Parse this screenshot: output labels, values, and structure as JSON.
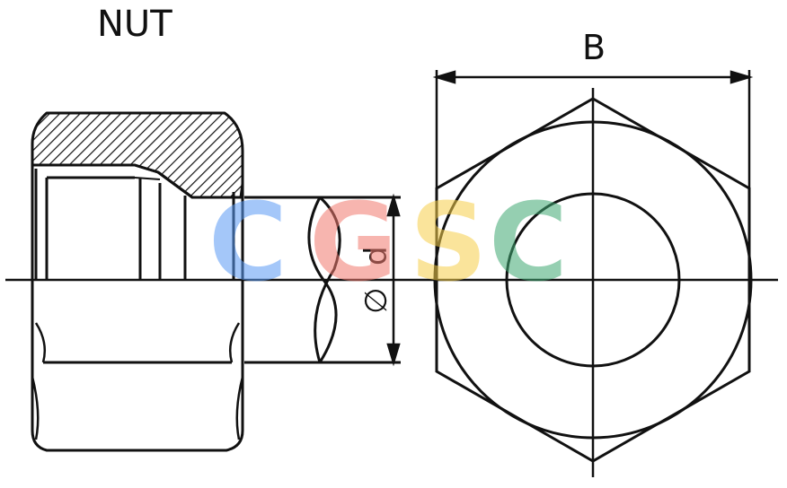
{
  "title": "NUT",
  "labels": {
    "width_label": "B",
    "diameter_label": "d",
    "diameter_symbol": "∅"
  },
  "watermark": {
    "letters": [
      {
        "char": "C",
        "color": "#5b9bf5"
      },
      {
        "char": "G",
        "color": "#f27a6e"
      },
      {
        "char": "S",
        "color": "#f7cf4a"
      },
      {
        "char": "C",
        "color": "#3fa872"
      }
    ]
  },
  "colors": {
    "line": "#111111",
    "background": "#ffffff"
  }
}
